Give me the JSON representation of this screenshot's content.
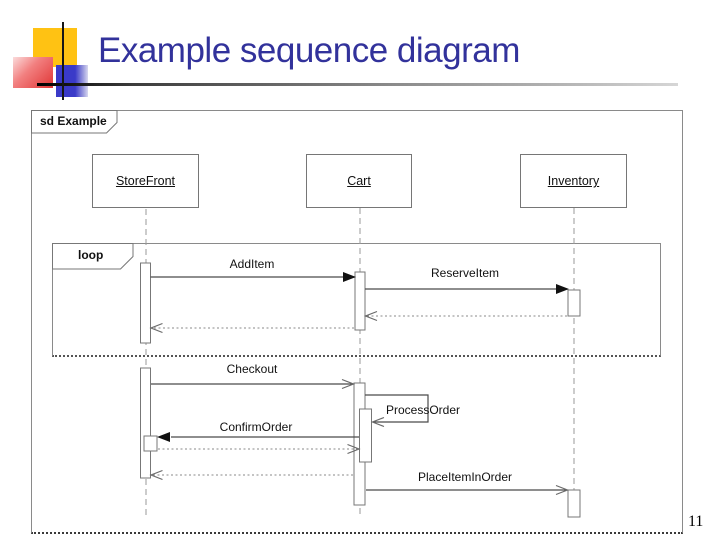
{
  "slide": {
    "title": "Example sequence diagram",
    "page_number": "11"
  },
  "diagram": {
    "type": "uml-sequence-diagram",
    "frame_label": "sd Example",
    "fragments": [
      {
        "operator": "loop"
      }
    ],
    "lifelines": [
      {
        "name": "StoreFront"
      },
      {
        "name": "Cart"
      },
      {
        "name": "Inventory"
      }
    ],
    "messages": [
      {
        "label": "AddItem",
        "from": "StoreFront",
        "to": "Cart",
        "kind": "sync",
        "fragment": "loop"
      },
      {
        "label": "ReserveItem",
        "from": "Cart",
        "to": "Inventory",
        "kind": "sync",
        "fragment": "loop"
      },
      {
        "label": "",
        "from": "Inventory",
        "to": "Cart",
        "kind": "return",
        "fragment": "loop"
      },
      {
        "label": "",
        "from": "Cart",
        "to": "StoreFront",
        "kind": "return",
        "fragment": "loop"
      },
      {
        "label": "Checkout",
        "from": "StoreFront",
        "to": "Cart",
        "kind": "async"
      },
      {
        "label": "ProcessOrder",
        "from": "Cart",
        "to": "Cart",
        "kind": "self"
      },
      {
        "label": "ConfirmOrder",
        "from": "Cart",
        "to": "StoreFront",
        "kind": "sync"
      },
      {
        "label": "",
        "from": "StoreFront",
        "to": "Cart",
        "kind": "return"
      },
      {
        "label": "",
        "from": "Cart",
        "to": "StoreFront",
        "kind": "return"
      },
      {
        "label": "PlaceItemInOrder",
        "from": "Cart",
        "to": "Inventory",
        "kind": "async"
      }
    ],
    "colors": {
      "title": "#32329B",
      "accent_yellow": "#FFC213",
      "accent_red": "#E03535",
      "accent_blue": "#3A3AC8",
      "diagram_line": "#8A8A8A"
    }
  }
}
